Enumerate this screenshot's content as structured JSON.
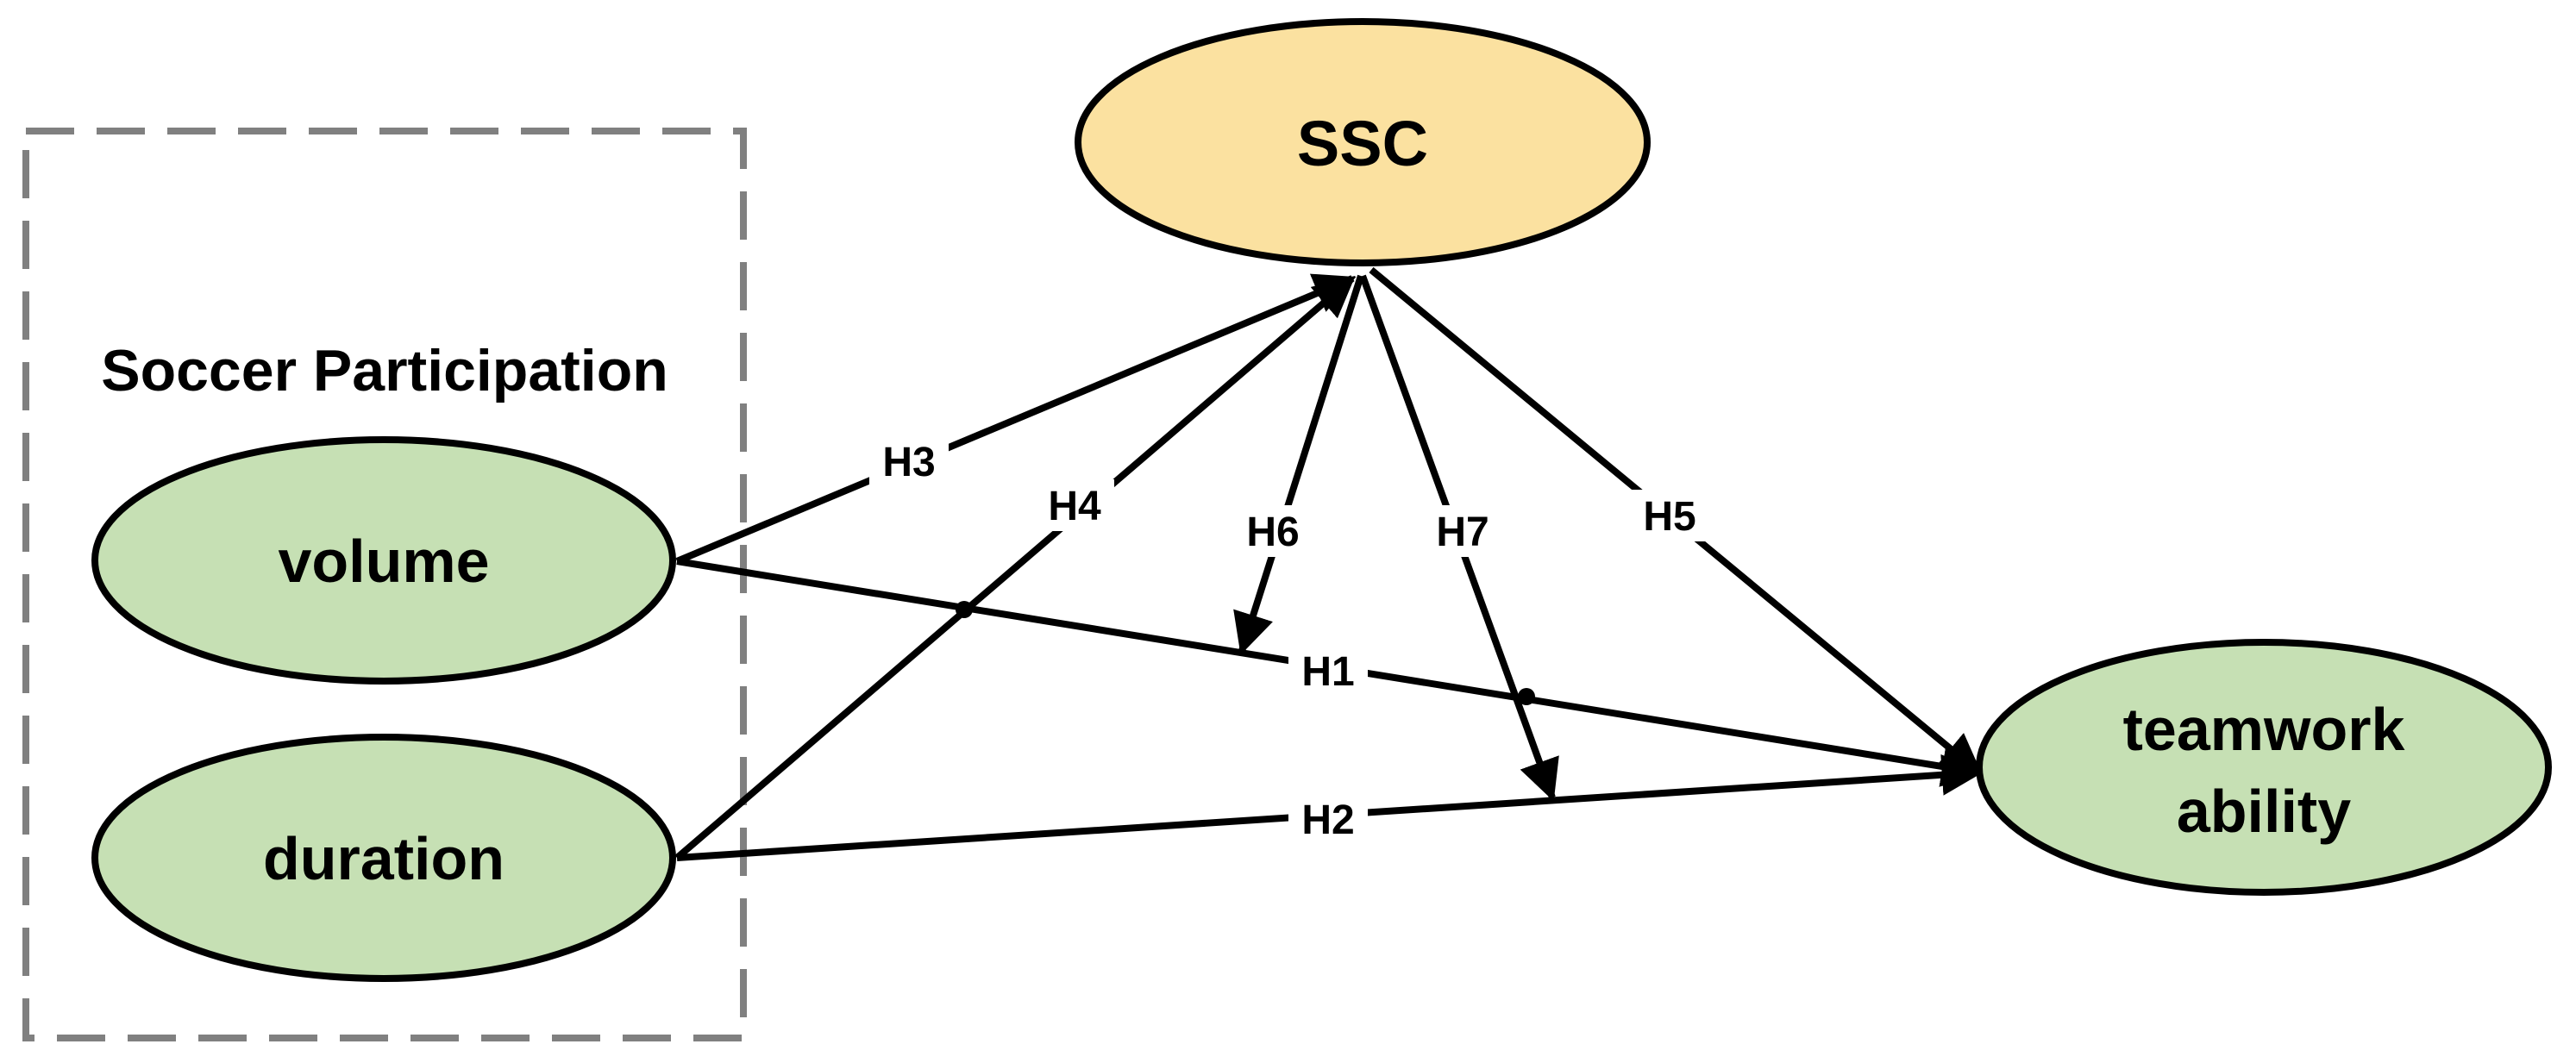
{
  "group": {
    "label": "Soccer Participation"
  },
  "nodes": {
    "ssc": {
      "label": "SSC",
      "color": "#fbe1a0"
    },
    "volume": {
      "label": "volume",
      "color": "#c6e0b4"
    },
    "duration": {
      "label": "duration",
      "color": "#c6e0b4"
    },
    "teamwork": {
      "line1": "teamwork",
      "line2": "ability",
      "color": "#c6e0b4"
    }
  },
  "edges": {
    "h1": "H1",
    "h2": "H2",
    "h3": "H3",
    "h4": "H4",
    "h5": "H5",
    "h6": "H6",
    "h7": "H7"
  }
}
